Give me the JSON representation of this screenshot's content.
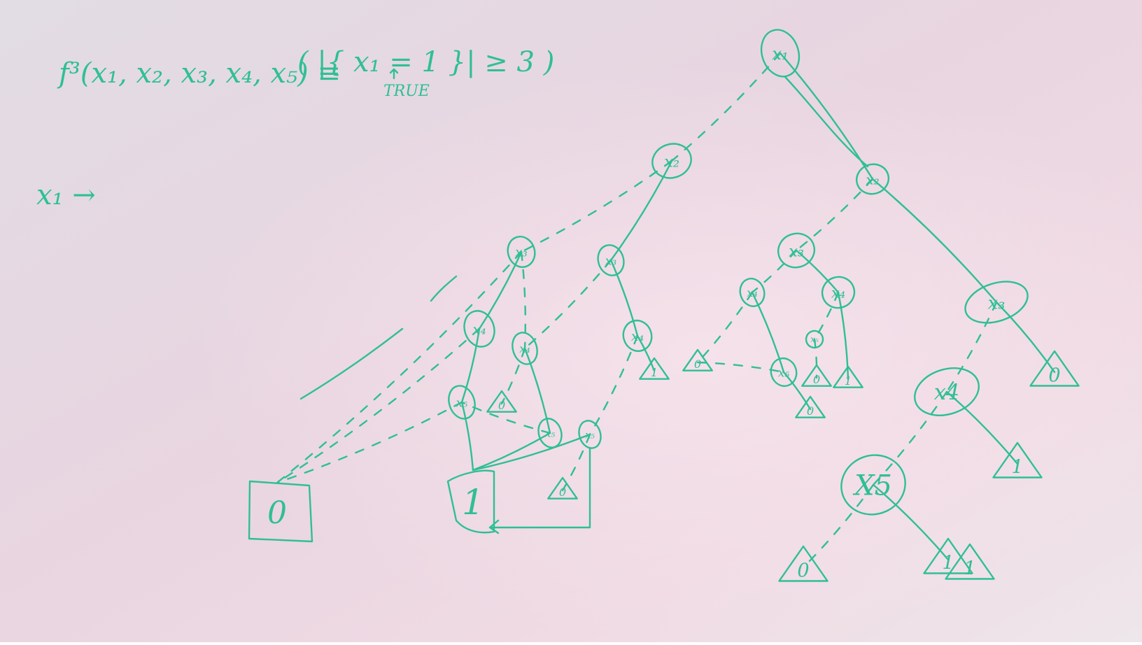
{
  "formula": {
    "lhs": "f³(x₁, x₂, x₃, x₄, x₅) ≡",
    "rhs": "( |{ x₁ = 1 }| ≥ 3 )",
    "annotation": "TRUE"
  },
  "side_note": "x₁ →",
  "nodes": [
    {
      "id": "root",
      "label": "x₁"
    },
    {
      "id": "l1",
      "label": "x₂"
    },
    {
      "id": "r1",
      "label": "x₂"
    },
    {
      "id": "a",
      "label": "x₃"
    },
    {
      "id": "b",
      "label": "x₃"
    },
    {
      "id": "a4",
      "label": "x₄"
    },
    {
      "id": "a4b",
      "label": "x₄"
    },
    {
      "id": "a5",
      "label": "x₅"
    },
    {
      "id": "am5",
      "label": "x₅"
    },
    {
      "id": "b4",
      "label": "x₄"
    },
    {
      "id": "b5",
      "label": "x₅"
    },
    {
      "id": "r3",
      "label": "x₃"
    },
    {
      "id": "r4a",
      "label": "x₄"
    },
    {
      "id": "r4b",
      "label": "x₄"
    },
    {
      "id": "r5a",
      "label": "x₅"
    },
    {
      "id": "r5b",
      "label": "x₅"
    },
    {
      "id": "R3",
      "label": "x₃"
    },
    {
      "id": "R4",
      "label": "x4"
    },
    {
      "id": "R5",
      "label": "X5"
    }
  ],
  "terminals": {
    "zero_box": "0",
    "one_box": "1",
    "leaves": [
      {
        "id": "t1",
        "label": "0"
      },
      {
        "id": "t2",
        "label": "0"
      },
      {
        "id": "t3",
        "label": "1"
      },
      {
        "id": "t4",
        "label": "0"
      },
      {
        "id": "t5",
        "label": "0"
      },
      {
        "id": "t6",
        "label": "0"
      },
      {
        "id": "t7",
        "label": "1"
      },
      {
        "id": "t8",
        "label": "0"
      },
      {
        "id": "t9",
        "label": "1"
      },
      {
        "id": "t10",
        "label": "1"
      },
      {
        "id": "t11",
        "label": "0"
      },
      {
        "id": "t12",
        "label": "1"
      }
    ]
  }
}
